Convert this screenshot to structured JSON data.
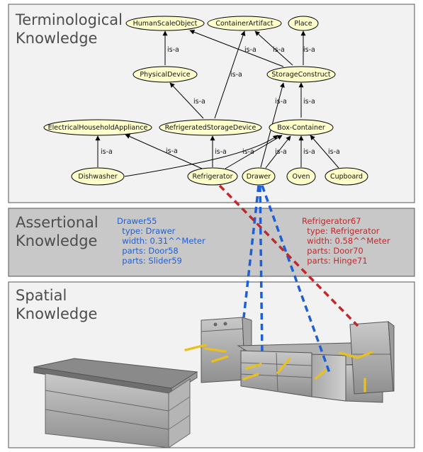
{
  "panels": {
    "terminological": {
      "title_line1": "Terminological",
      "title_line2": "Knowledge"
    },
    "assertional": {
      "title_line1": "Assertional",
      "title_line2": "Knowledge"
    },
    "spatial": {
      "title_line1": "Spatial",
      "title_line2": "Knowledge"
    }
  },
  "ontology": {
    "nodes": [
      {
        "id": "HumanScaleObject",
        "label": "HumanScaleObject"
      },
      {
        "id": "ContainerArtifact",
        "label": "ContainerArtifact"
      },
      {
        "id": "Place",
        "label": "Place"
      },
      {
        "id": "PhysicalDevice",
        "label": "PhysicalDevice"
      },
      {
        "id": "StorageConstruct",
        "label": "StorageConstruct"
      },
      {
        "id": "ElectricalHouseholdAppliance",
        "label": "ElectricalHouseholdAppliance"
      },
      {
        "id": "RefrigeratedStorageDevice",
        "label": "RefrigeratedStorageDevice"
      },
      {
        "id": "BoxContainer",
        "label": "Box-Container"
      },
      {
        "id": "Dishwasher",
        "label": "Dishwasher"
      },
      {
        "id": "Refrigerator",
        "label": "Refrigerator"
      },
      {
        "id": "Drawer",
        "label": "Drawer"
      },
      {
        "id": "Oven",
        "label": "Oven"
      },
      {
        "id": "Cupboard",
        "label": "Cupboard"
      }
    ],
    "edge_label": "is-a"
  },
  "assertions": {
    "drawer": {
      "color": "#1f5fd6",
      "lines": [
        "Drawer55",
        "  type: Drawer",
        "  width: 0.31^^Meter",
        "  parts: Door58",
        "  parts: Slider59"
      ]
    },
    "refrigerator": {
      "color": "#c0282b",
      "lines": [
        "Refrigerator67",
        "  type: Refrigerator",
        "  width: 0.58^^Meter",
        "  parts: Door70",
        "  parts: Hinge71"
      ]
    }
  },
  "colors": {
    "node_fill": "#ffffcc",
    "panel_fill": "#f2f2f2",
    "assert_panel_fill": "#c8c8c8",
    "drawer_link": "#1f5fd6",
    "refrigerator_link": "#c0282b",
    "handle": "#e8c020"
  }
}
